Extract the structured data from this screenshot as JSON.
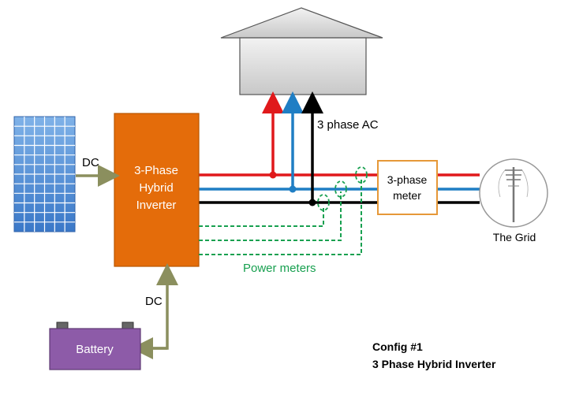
{
  "labels": {
    "dc_top": "DC",
    "dc_bottom": "DC",
    "inverter_line1": "3-Phase",
    "inverter_line2": "Hybrid",
    "inverter_line3": "Inverter",
    "meter_line1": "3-phase",
    "meter_line2": "meter",
    "ac_label": "3 phase AC",
    "grid_label": "The Grid",
    "power_meters": "Power meters",
    "battery": "Battery",
    "config_line1": "Config #1",
    "config_line2": "3 Phase Hybrid Inverter"
  },
  "icons": {
    "solar": "solar-panel-icon",
    "house": "house-icon",
    "grid": "utility-pole-icon",
    "battery": "battery-icon"
  },
  "colors": {
    "inverter_fill": "#e46c0a",
    "inverter_stroke": "#b85600",
    "phase_red": "#e0191b",
    "phase_blue": "#1f7ec4",
    "phase_black": "#000000",
    "dc_arrow": "#8b8f5e",
    "power_meter_dashed": "#18a050",
    "battery_fill": "#8d5ba8",
    "meter_stroke": "#e69838",
    "solar_fill": "#4f8fd6",
    "house_fill": "#dddddd"
  }
}
